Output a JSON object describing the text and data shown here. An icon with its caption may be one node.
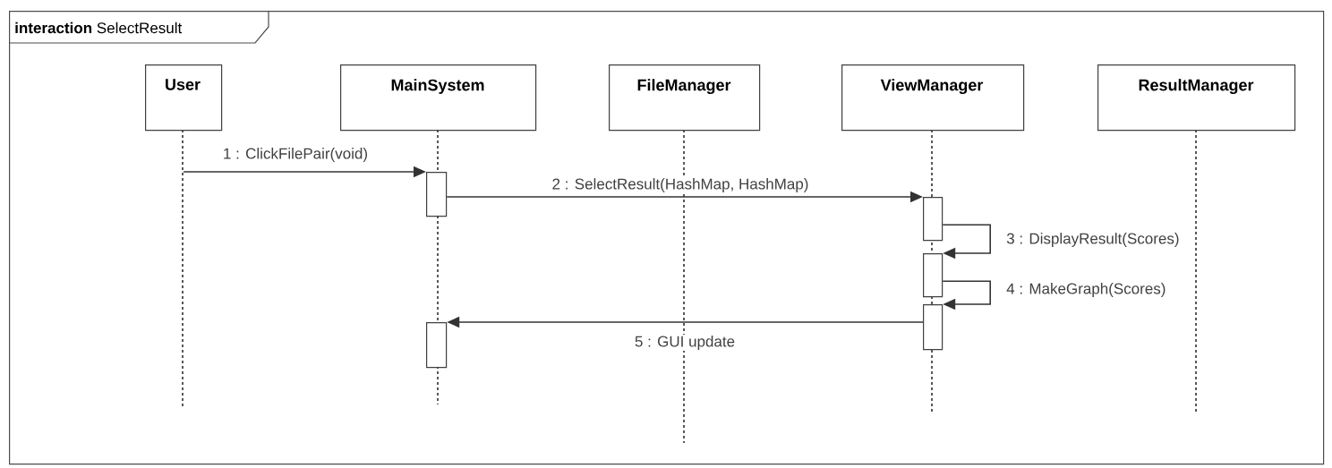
{
  "diagram": {
    "nodes": [
      {
        "text": [
          "**interaction** SelectResult"
        ]
      },
      {
        "text": [
          "User"
        ],
        "in": 0
      },
      {
        "text": [
          "MainSystem"
        ],
        "in": 0
      },
      {
        "text": [
          "FileManager"
        ],
        "in": 0
      },
      {
        "text": [
          "ViewManager"
        ],
        "in": 0
      },
      {
        "text": [
          "ResultManager"
        ],
        "in": 0
      },
      {
        "text": [],
        "shape": "bar",
        "in": 0
      },
      {
        "text": [],
        "shape": "bar",
        "in": 0
      },
      {
        "text": [],
        "shape": "bar",
        "in": 0
      },
      {
        "text": [],
        "shape": "bar",
        "in": 0
      },
      {
        "text": [],
        "shape": "bar",
        "in": 0
      }
    ],
    "edges": [
      {
        "from": 1,
        "to": 6,
        "arrow": "to",
        "label": "1 : ClickFilePair(void)"
      },
      {
        "from": 6,
        "to": 7,
        "arrow": "to",
        "label": "2 : SelectResult(HashMap, HashMap)"
      },
      {
        "from": 7,
        "to": 8,
        "arrow": "to",
        "label": "3 : DisplayResult(Scores)"
      },
      {
        "from": 8,
        "to": 9,
        "arrow": "to",
        "label": "4 : MakeGraph(Scores)"
      },
      {
        "from": 9,
        "to": 10,
        "arrow": "to",
        "label": "5 : GUI update"
      }
    ]
  }
}
